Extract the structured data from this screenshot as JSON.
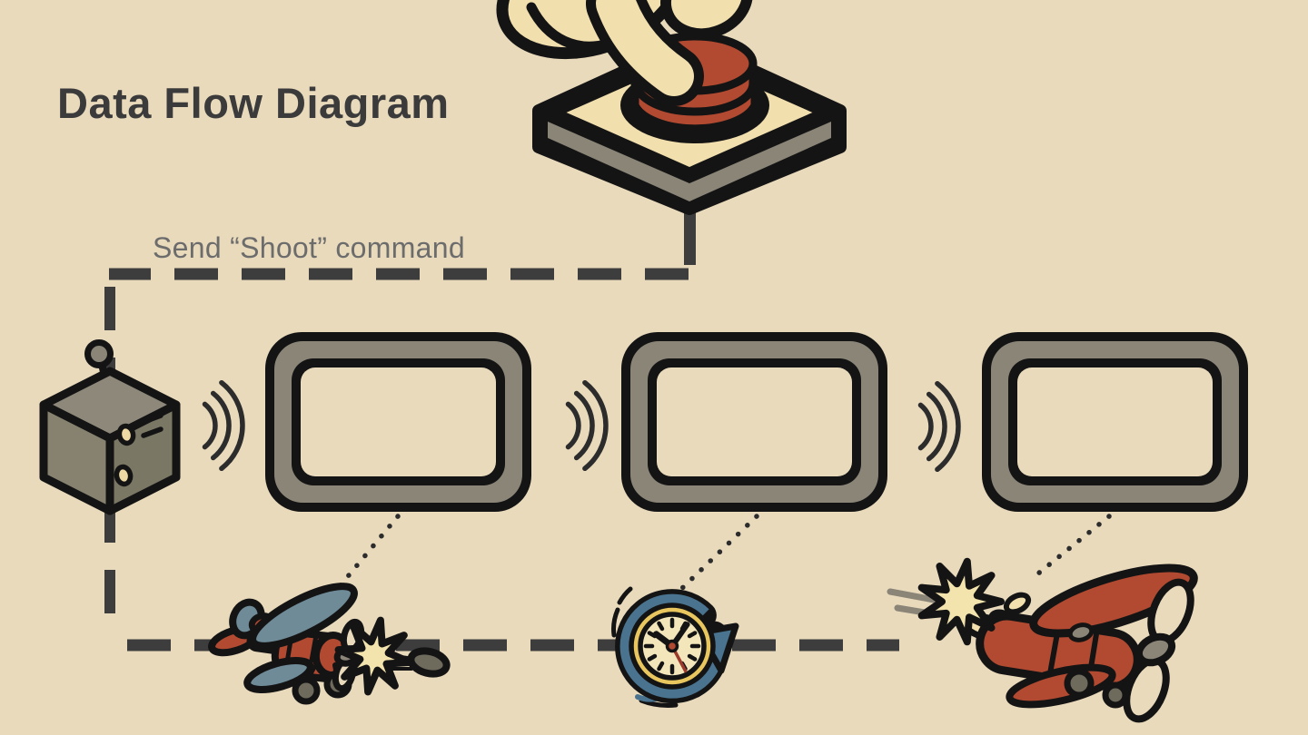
{
  "title": "Data Flow Diagram",
  "flow": {
    "command_label": "Send “Shoot” command",
    "source": "push-button",
    "transmitter": "radio-transmitter",
    "receivers": [
      "screen-1",
      "screen-2",
      "screen-3"
    ],
    "events": [
      "plane-shooting",
      "timer-delay",
      "plane-hit"
    ]
  },
  "colors": {
    "bg": "#e9dabc",
    "outline": "#141414",
    "dash": "#3d3d3d",
    "dot": "#2c2c2c",
    "title_text": "#3b3b3b",
    "label_text": "#6c6c6c",
    "red": "#b14a31",
    "cream": "#f2dfae",
    "flash": "#f3e3ad",
    "gray": "#8a8577",
    "gray_dark": "#6e6a5c",
    "gray_top": "#8d8879",
    "gray_left": "#86826f",
    "gray_right": "#7b7765",
    "slate": "#6f8b98",
    "blue": "#49738f",
    "yellow": "#e9c75e",
    "face": "#f3e6bb",
    "dot_yellow": "#ecd9a4",
    "second_hand": "#9c3b2c"
  }
}
